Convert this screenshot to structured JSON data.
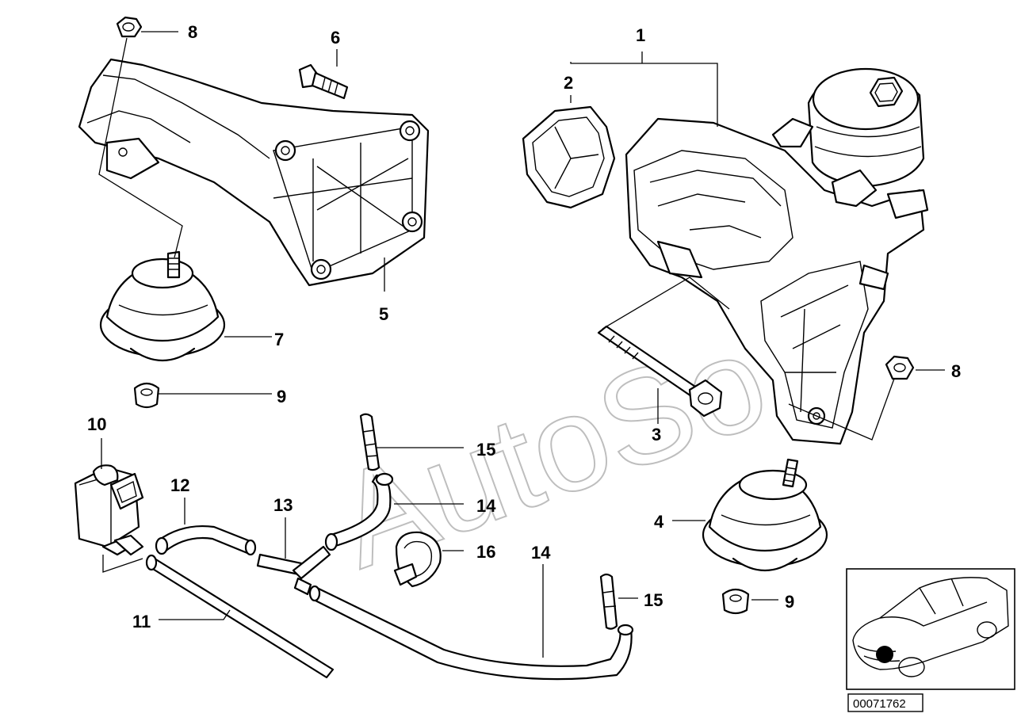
{
  "diagram": {
    "document_number": "00071762",
    "watermark": "AutoSoft",
    "callouts": [
      "8",
      "6",
      "1",
      "2",
      "5",
      "7",
      "9",
      "3",
      "8",
      "10",
      "15",
      "12",
      "13",
      "14",
      "16",
      "4",
      "14",
      "15",
      "9",
      "11"
    ]
  }
}
